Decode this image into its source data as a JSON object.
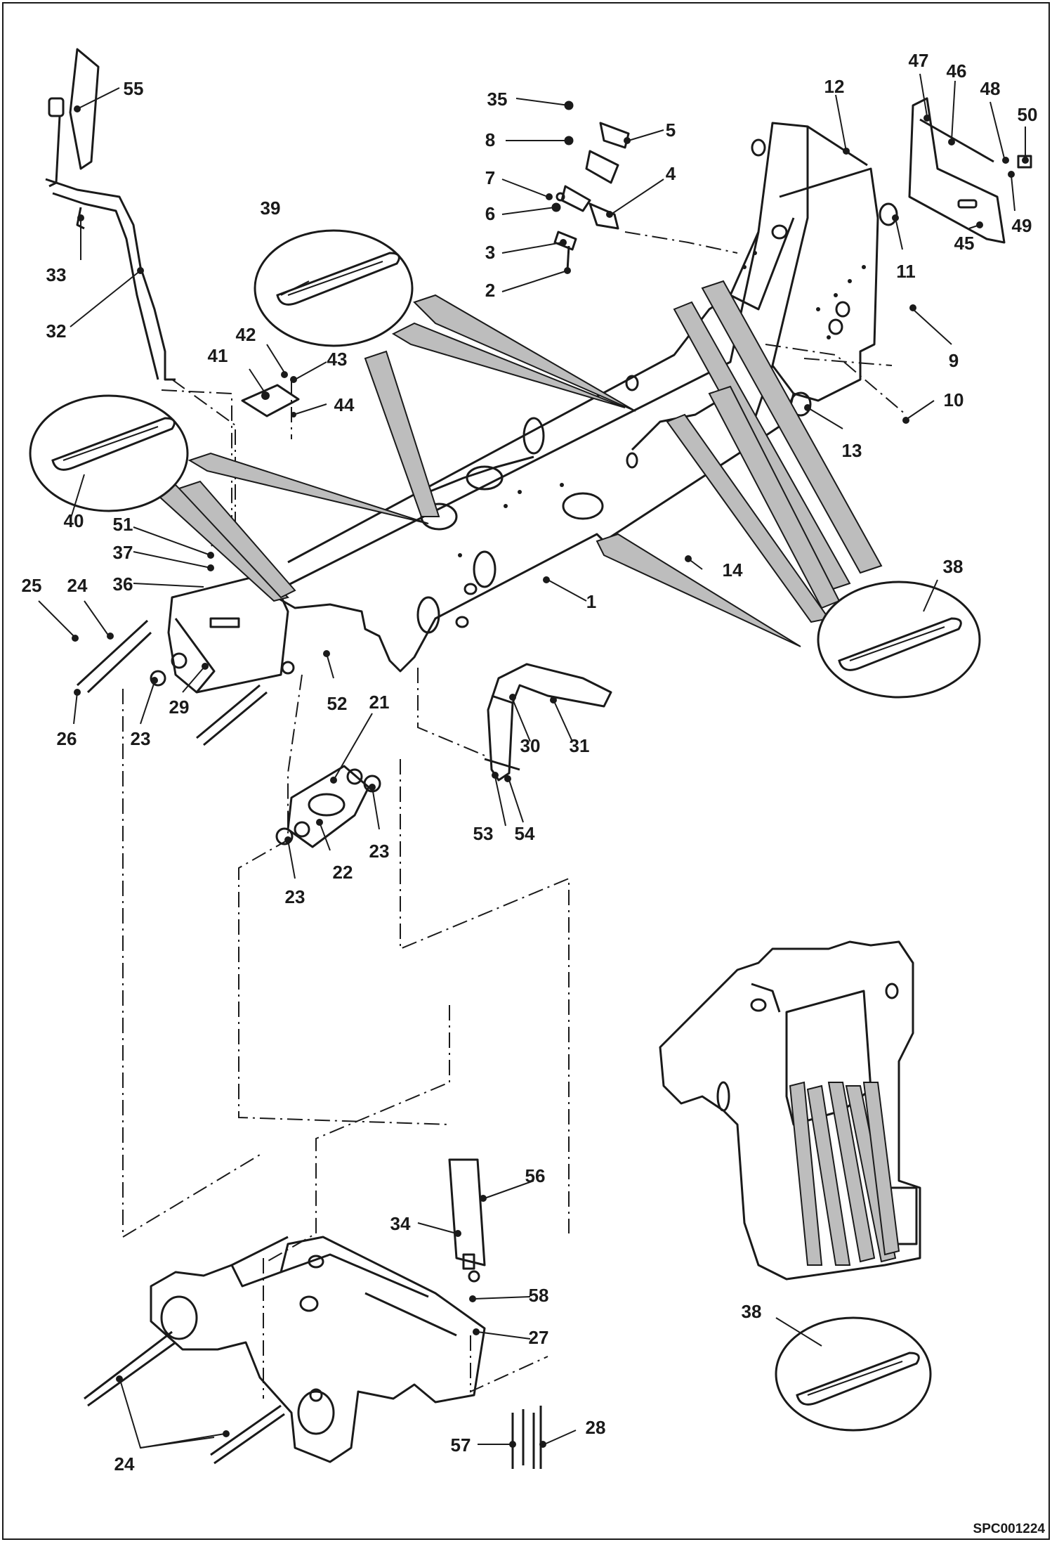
{
  "drawing": {
    "reference_code": "SPC001224",
    "callouts": [
      {
        "id": "c55",
        "text": "55"
      },
      {
        "id": "c33",
        "text": "33"
      },
      {
        "id": "c32",
        "text": "32"
      },
      {
        "id": "c39",
        "text": "39"
      },
      {
        "id": "c42",
        "text": "42"
      },
      {
        "id": "c41",
        "text": "41"
      },
      {
        "id": "c43",
        "text": "43"
      },
      {
        "id": "c44",
        "text": "44"
      },
      {
        "id": "c40",
        "text": "40"
      },
      {
        "id": "c51",
        "text": "51"
      },
      {
        "id": "c37",
        "text": "37"
      },
      {
        "id": "c36",
        "text": "36"
      },
      {
        "id": "c25",
        "text": "25"
      },
      {
        "id": "c24a",
        "text": "24"
      },
      {
        "id": "c26",
        "text": "26"
      },
      {
        "id": "c23a",
        "text": "23"
      },
      {
        "id": "c29",
        "text": "29"
      },
      {
        "id": "c52",
        "text": "52"
      },
      {
        "id": "c21",
        "text": "21"
      },
      {
        "id": "c23b",
        "text": "23"
      },
      {
        "id": "c22",
        "text": "22"
      },
      {
        "id": "c23c",
        "text": "23"
      },
      {
        "id": "c35",
        "text": "35"
      },
      {
        "id": "c8",
        "text": "8"
      },
      {
        "id": "c7",
        "text": "7"
      },
      {
        "id": "c6",
        "text": "6"
      },
      {
        "id": "c3",
        "text": "3"
      },
      {
        "id": "c2",
        "text": "2"
      },
      {
        "id": "c5",
        "text": "5"
      },
      {
        "id": "c4",
        "text": "4"
      },
      {
        "id": "c12",
        "text": "12"
      },
      {
        "id": "c47",
        "text": "47"
      },
      {
        "id": "c46",
        "text": "46"
      },
      {
        "id": "c48",
        "text": "48"
      },
      {
        "id": "c50",
        "text": "50"
      },
      {
        "id": "c11",
        "text": "11"
      },
      {
        "id": "c49",
        "text": "49"
      },
      {
        "id": "c45",
        "text": "45"
      },
      {
        "id": "c9",
        "text": "9"
      },
      {
        "id": "c10",
        "text": "10"
      },
      {
        "id": "c13",
        "text": "13"
      },
      {
        "id": "c14",
        "text": "14"
      },
      {
        "id": "c1",
        "text": "1"
      },
      {
        "id": "c38a",
        "text": "38"
      },
      {
        "id": "c30",
        "text": "30"
      },
      {
        "id": "c31",
        "text": "31"
      },
      {
        "id": "c53",
        "text": "53"
      },
      {
        "id": "c54",
        "text": "54"
      },
      {
        "id": "c56",
        "text": "56"
      },
      {
        "id": "c34",
        "text": "34"
      },
      {
        "id": "c58",
        "text": "58"
      },
      {
        "id": "c27",
        "text": "27"
      },
      {
        "id": "c57",
        "text": "57"
      },
      {
        "id": "c28",
        "text": "28"
      },
      {
        "id": "c24b",
        "text": "24"
      },
      {
        "id": "c38b",
        "text": "38"
      }
    ]
  }
}
